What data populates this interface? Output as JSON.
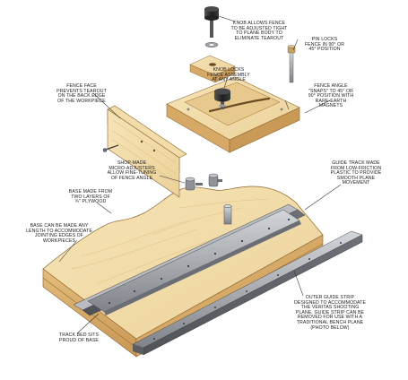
{
  "callouts": {
    "knob_fence": "KNOB ALLOWS FENCE\nTO BE ADJUSTED TIGHT\nTO PLANE BODY TO\nELIMINATE TEAROUT",
    "pin_locks": "PIN LOCKS\nFENCE IN 90° OR\n45° POSITION",
    "knob_locks": "KNOB LOCKS\nFENCE ASSEMBLY\nAT ANY ANGLE",
    "fence_face": "FENCE FACE\nPREVENTS TEAROUT\nON THE BACK EDGE\nOF THE WORKPIECE",
    "fence_angle": "FENCE ANGLE\n\"SNAPS\" TO 45° OR\n90° POSITION WITH\nRARE-EARTH\nMAGNETS",
    "shop_made": "SHOP-MADE\nMICRO-ADJUSTERS\nALLOW FINE-TUNING\nOF FENCE ANGLE",
    "guide_track": "GUIDE TRACK MADE\nFROM LOW-FRICTION\nPLASTIC TO PROVIDE\nSMOOTH PLANE\nMOVEMENT",
    "base_two_layers": "BASE MADE FROM\nTWO LAYERS OF\n¾\" PLYWOOD",
    "base_any_length": "BASE CAN BE MADE ANY\nLENGTH TO ACCOMMODATE\nJOINTING EDGES OF\nWORKPIECES",
    "outer_guide": "OUTER GUIDE STRIP\nDESIGNED TO ACCOMMODATE\nTHE VERITAS SHOOTING\nPLANE. GUIDE STRIP CAN BE\nREMOVED FOR USE WITH A\nTRADITIONAL BENCH PLANE\n(PHOTO BELOW)",
    "track_bed": "TRACK BED SITS\nPROUD OF BASE"
  },
  "colors": {
    "wood_light": "#f3dfae",
    "wood_mid": "#e6c486",
    "wood_edge": "#c99a55",
    "wood_dark": "#a8773a",
    "metal": "#8a8d92",
    "metal_light": "#c3c6ca",
    "metal_dark": "#5b5e63",
    "knob": "#2d2d2d",
    "leader": "#333333",
    "text": "#222222"
  }
}
